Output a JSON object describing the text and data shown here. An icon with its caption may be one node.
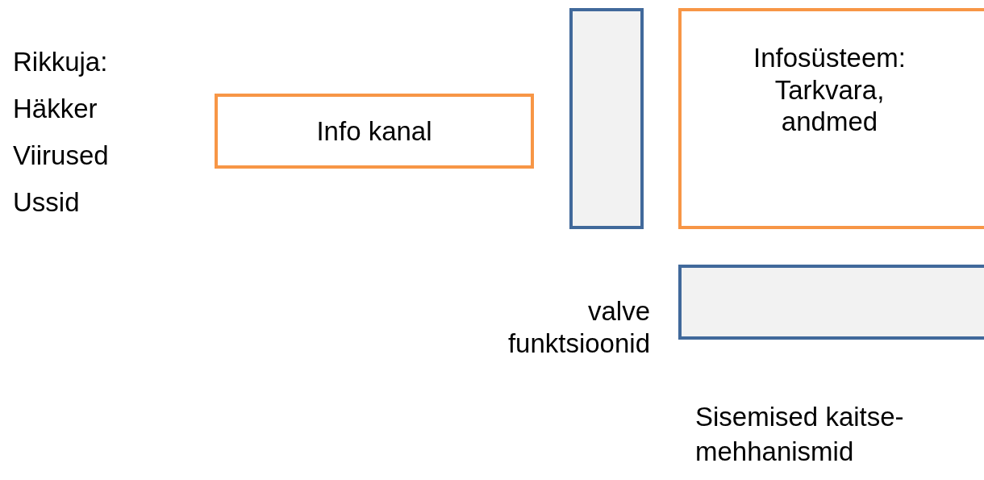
{
  "diagram": {
    "nodes": [
      {
        "text": [
          "Info kanal"
        ]
      },
      {
        "text": [],
        "shape": "bar"
      },
      {
        "text": [
          "Infosüsteem: Tarkvara, andmed"
        ]
      },
      {
        "text": [],
        "shape": "bar",
        "beside": [
          "valve funktsioonid"
        ]
      }
    ],
    "edges": [],
    "labels": [
      "Rikkuja:",
      "Häkker",
      "Viirused",
      "Ussid",
      "Sisemised kaitse-mehhanismid"
    ]
  }
}
